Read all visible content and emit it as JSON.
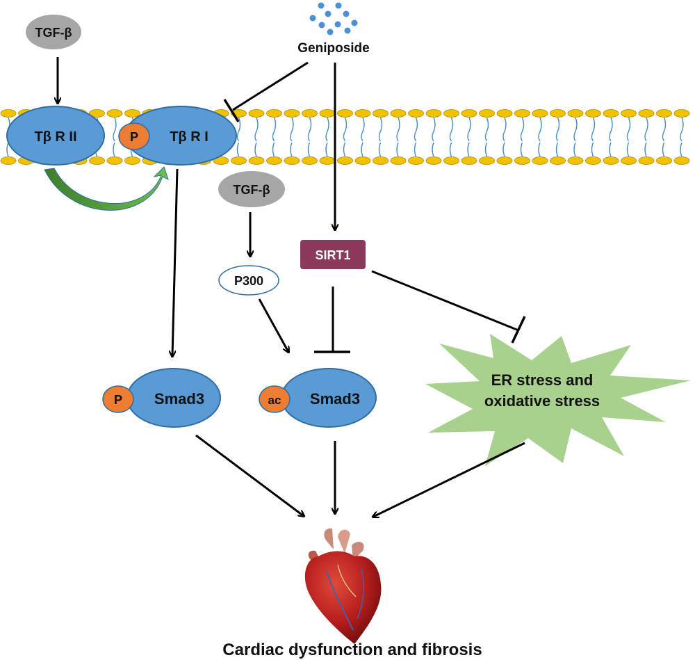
{
  "nodes": {
    "tgfb_top": "TGF-β",
    "tgfb_mid": "TGF-β",
    "geniposide": "Geniposide",
    "receptor2": "Tβ R II",
    "receptor1": "Tβ R I",
    "p_badge_receptor": "P",
    "sirt1": "SIRT1",
    "p300": "P300",
    "smad3_p": "Smad3",
    "p_badge_smad": "P",
    "smad3_ac": "Smad3",
    "ac_badge": "ac",
    "er_stress_line1": "ER stress and",
    "er_stress_line2": "oxidative stress",
    "outcome": "Cardiac dysfunction and fibrosis"
  },
  "colors": {
    "blue_node": "#5b9bd5",
    "blue_stroke": "#2e6da4",
    "gray_node": "#a6a6a6",
    "orange_badge": "#ed7d31",
    "sirt1_fill": "#8b3a5c",
    "stress_fill": "#a9d18e",
    "lipid_head": "#f2c200",
    "lipid_tail": "#4a90c2",
    "arrow": "#000000",
    "green_arrow": "#4e9a3a"
  },
  "icons": {
    "compound": "molecule-dots-icon",
    "heart": "heart-icon"
  }
}
